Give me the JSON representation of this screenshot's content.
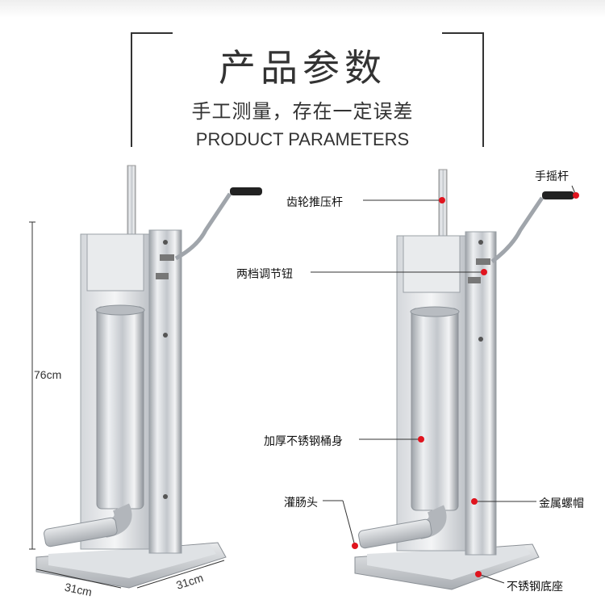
{
  "header": {
    "title": "产品参数",
    "subtitle": "手工测量，存在一定误差",
    "english": "PRODUCT PARAMETERS"
  },
  "dimensions": {
    "height": "76cm",
    "depth": "31cm",
    "width": "31cm"
  },
  "callouts": {
    "handle": "手摇杆",
    "gear_rod": "齿轮推压杆",
    "speed_knob": "两档调节钮",
    "barrel": "加厚不锈钢桶身",
    "nozzle": "灌肠头",
    "metal_nut": "金属螺帽",
    "base": "不锈钢底座"
  },
  "colors": {
    "marker": "#e0141e",
    "steel": "#c9ccd1"
  }
}
